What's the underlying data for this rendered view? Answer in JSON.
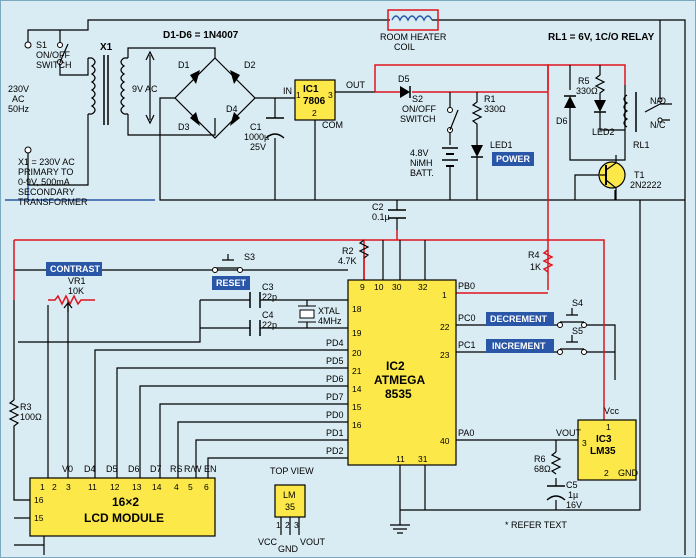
{
  "colors": {
    "background": "#d9ecf3",
    "chip": "#fde84a",
    "wire_red": "#e0141e",
    "wire_blue": "#2a56a8",
    "button_blue": "#2a56a8"
  },
  "power": {
    "switch_s1": [
      "S1",
      "ON/OFF",
      "SWITCH"
    ],
    "mains": [
      "230V",
      "AC",
      "50Hz"
    ],
    "transformer": "X1",
    "transformer_note": [
      "X1 = 230V AC",
      "PRIMARY TO",
      "0-9V, 500mA",
      "SECONDARY",
      "TRANSFORMER"
    ],
    "secondary_label": "9V AC",
    "diodes_note": "D1-D6 = 1N4007",
    "diodes": [
      "D1",
      "D2",
      "D3",
      "D4"
    ],
    "c1": [
      "C1",
      "1000µ",
      "25V"
    ]
  },
  "regulator": {
    "name": "IC1",
    "part": "7806",
    "in": "IN",
    "out": "OUT",
    "com": "COM",
    "pins": [
      "1",
      "2",
      "3"
    ]
  },
  "heater": [
    "ROOM HEATER",
    "COIL"
  ],
  "relay": {
    "note": "RL1 = 6V, 1C/O RELAY",
    "name": "RL1",
    "no": "N/O",
    "nc": "N/C",
    "led": "LED2",
    "d6": "D6",
    "r5": [
      "R5",
      "330Ω"
    ]
  },
  "battery": {
    "d5": "D5",
    "s2": [
      "S2",
      "ON/OFF",
      "SWITCH"
    ],
    "batt": [
      "4.8V",
      "NiMH",
      "BATT."
    ],
    "r1": [
      "R1",
      "330Ω"
    ],
    "led1": "LED1",
    "power_label": "POWER"
  },
  "transistor": [
    "T1",
    "2N2222"
  ],
  "c2": [
    "C2",
    "0.1µ"
  ],
  "r2": [
    "R2",
    "4.7K"
  ],
  "r4": [
    "R4",
    "1K"
  ],
  "s3": "S3",
  "reset_label": "RESET",
  "c3": [
    "C3",
    "22p"
  ],
  "c4": [
    "C4",
    "22p"
  ],
  "xtal": [
    "XTAL",
    "4MHz"
  ],
  "contrast_label": "CONTRAST",
  "vr1": [
    "VR1",
    "10K"
  ],
  "r3": [
    "R3",
    "100Ω"
  ],
  "mcu": {
    "name": "IC2",
    "part": "ATMEGA",
    "num": "8535",
    "top_pins": [
      "9",
      "10",
      "30",
      "32"
    ],
    "left_pins": [
      [
        "PD4",
        "18"
      ],
      [
        "PD5",
        "19"
      ],
      [
        "PD6",
        "20"
      ],
      [
        "PD7",
        "21"
      ],
      [
        "PD0",
        "14"
      ],
      [
        "PD1",
        "15"
      ],
      [
        "PD2",
        "16"
      ]
    ],
    "right_pins": [
      [
        "PB0",
        "1"
      ],
      [
        "PC0",
        "22"
      ],
      [
        "PC1",
        "23"
      ],
      [
        "PA0",
        "40"
      ]
    ],
    "bottom_pins": [
      "11",
      "31"
    ]
  },
  "decrement_label": "DECREMENT",
  "increment_label": "INCREMENT",
  "s4": "S4",
  "s5": "S5",
  "lm35": {
    "name": "IC3",
    "part": "LM35",
    "vcc": "Vcc",
    "vout": "VOUT",
    "gnd": "GND",
    "pins": [
      "1",
      "2",
      "3"
    ]
  },
  "r6": [
    "R6",
    "68Ω"
  ],
  "c5": [
    "C5",
    "1µ",
    "16V"
  ],
  "lcd": {
    "title": "16×2",
    "subtitle": "LCD MODULE",
    "top_labels": [
      "V0",
      "D4",
      "D5",
      "D6",
      "D7",
      "RS",
      "R/W",
      "EN"
    ],
    "top_pins": [
      "1",
      "2",
      "3",
      "11",
      "12",
      "13",
      "14",
      "4",
      "5",
      "6"
    ],
    "side_pins": [
      "16",
      "15"
    ]
  },
  "top_view": {
    "label": "TOP VIEW",
    "part": [
      "LM",
      "35"
    ],
    "pins": [
      "1",
      "2",
      "3"
    ],
    "legs": [
      "VCC",
      "GND",
      "VOUT"
    ]
  },
  "refer_text": "* REFER TEXT"
}
